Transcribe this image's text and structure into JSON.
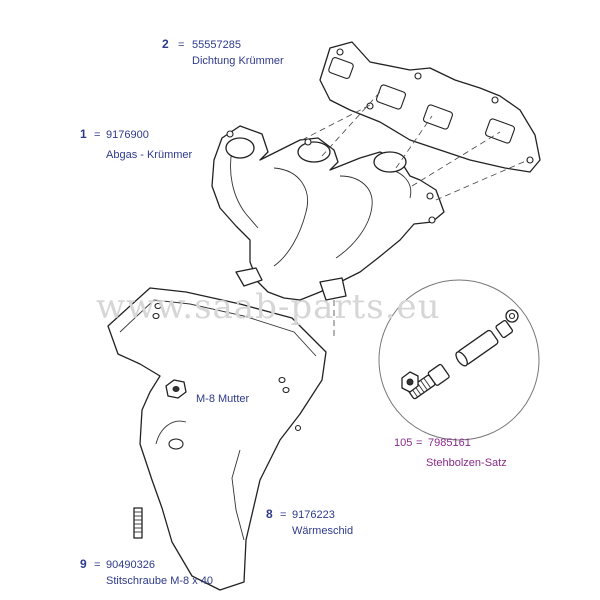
{
  "watermark": "www.saab-parts.eu",
  "callouts": {
    "gasket": {
      "number": "2",
      "eq": "=",
      "part_no": "55557285",
      "name": "Dichtung Krümmer"
    },
    "manifold": {
      "number": "1",
      "eq": "=",
      "part_no": "9176900",
      "name": "Abgas -  Krümmer"
    },
    "nut": {
      "name": "M-8  Mutter"
    },
    "stud_kit": {
      "number": "105",
      "eq": "=",
      "part_no": "7985161",
      "name": "Stehbolzen-Satz"
    },
    "heat_shield": {
      "number": "8",
      "eq": "=",
      "part_no": "9176223",
      "name": "Wärmeschid"
    },
    "stud_screw": {
      "number": "9",
      "eq": "=",
      "part_no": "90490326",
      "name": "Stitschraube  M-8  x 40"
    }
  },
  "colors": {
    "label_blue": "#2e3a8c",
    "label_purple": "#8a2a8c",
    "outline": "#222222",
    "watermark": "#d6d6d6"
  }
}
